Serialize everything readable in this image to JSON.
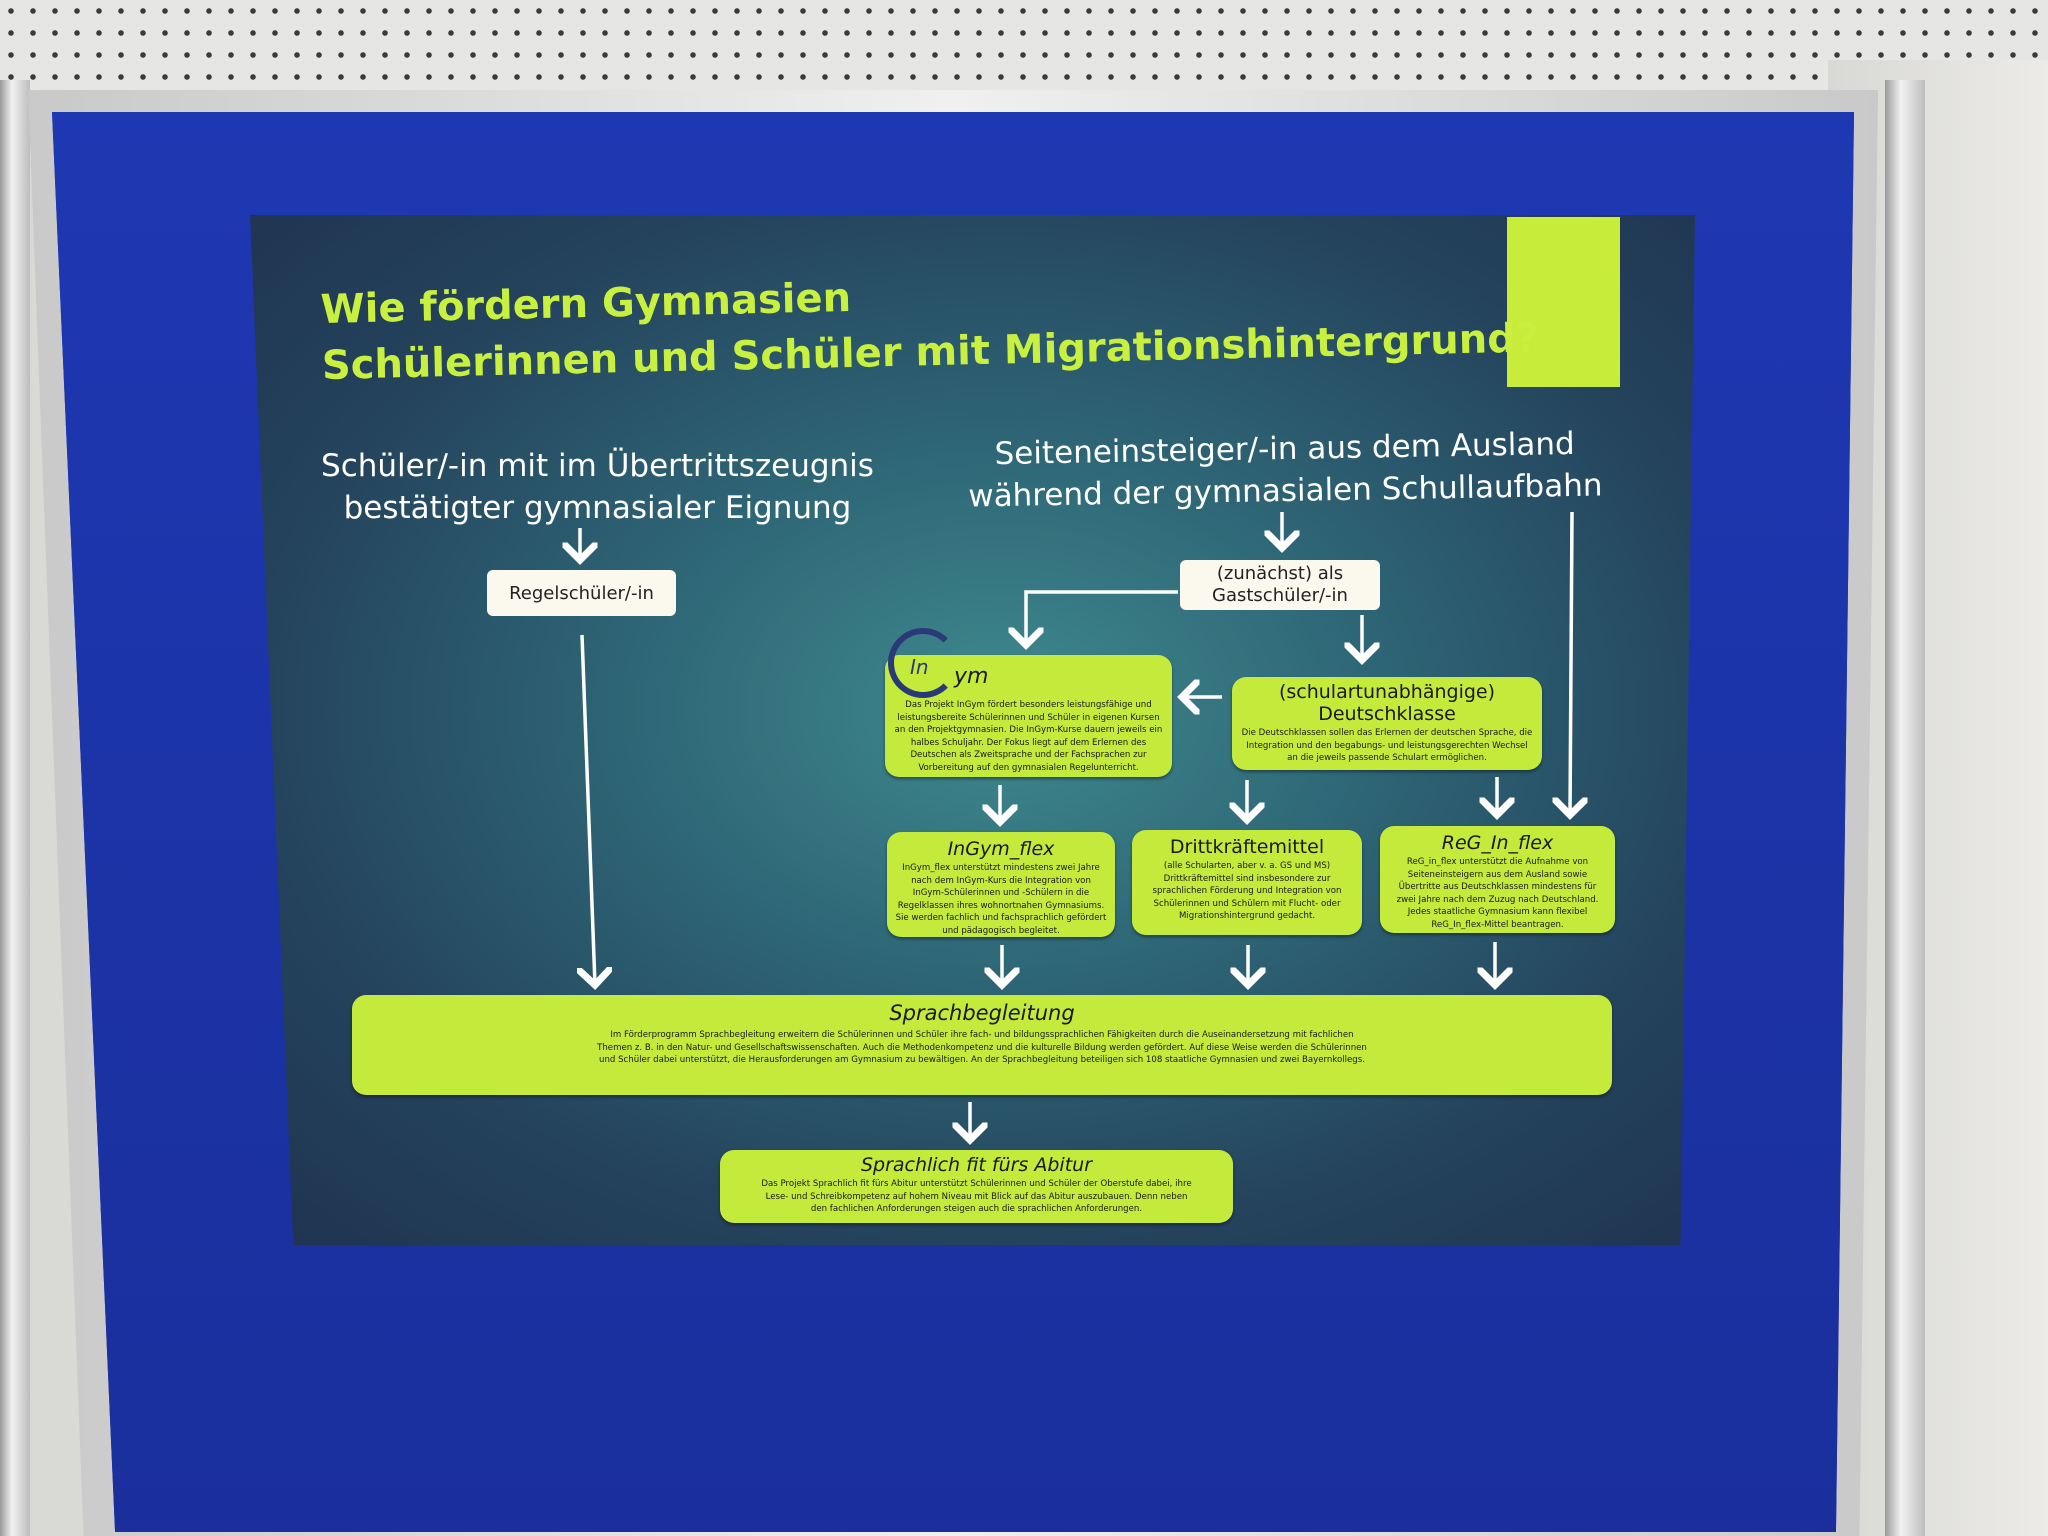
{
  "poster": {
    "title_line1": "Wie fördern Gymnasien",
    "title_line2": "Schülerinnen und Schüler mit Migrationshintergrund?",
    "accent_color": "#c7ec3a",
    "left_heading_line1": "Schüler/-in mit im Übertrittszeugnis",
    "left_heading_line2": "bestätigter gymnasialer Eignung",
    "right_heading_line1": "Seiteneinsteiger/-in aus dem Ausland",
    "right_heading_line2": "während der gymnasialen Schullaufbahn",
    "regelschueler": "Regelschüler/-in",
    "gast_line1": "(zunächst) als",
    "gast_line2": "Gastschüler/-in",
    "ingym": {
      "logo_in": "In",
      "logo_gym": "ym",
      "body": "Das Projekt InGym fördert besonders leistungsfähige und leistungsbereite Schülerinnen und Schüler in eigenen Kursen an den Projektgymnasien. Die InGym-Kurse dauern jeweils ein halbes Schuljahr. Der Fokus liegt auf dem Erlernen des Deutschen als Zweitsprache und der Fachsprachen zur Vorbereitung auf den gymnasialen Regelunterricht."
    },
    "deutschklasse": {
      "title_line1": "(schulartunabhängige)",
      "title_line2": "Deutschklasse",
      "body": "Die Deutschklassen sollen das Erlernen der deutschen Sprache, die Integration und den begabungs- und leistungsgerechten Wechsel an die jeweils passende Schulart ermöglichen."
    },
    "ingym_flex": {
      "title": "InGym_flex",
      "body": "InGym_flex unterstützt mindestens zwei Jahre nach dem InGym-Kurs die Integration von InGym-Schülerinnen und -Schülern in die Regelklassen ihres wohnortnahen Gymnasiums. Sie werden fachlich und fachsprachlich gefördert und pädagogisch begleitet."
    },
    "drittkraefte": {
      "title": "Drittkräftemittel",
      "body": "(alle Schularten, aber v. a. GS und MS) Drittkräftemittel sind insbesondere zur sprachlichen Förderung und Integration von Schülerinnen und Schülern mit Flucht- oder Migrationshintergrund gedacht."
    },
    "reg_in_flex": {
      "title": "ReG_In_flex",
      "body": "ReG_in_flex unterstützt die Aufnahme von Seiteneinsteigern aus dem Ausland sowie Übertritte aus Deutschklassen mindestens für zwei Jahre nach dem Zuzug nach Deutschland. Jedes staatliche Gymnasium kann flexibel ReG_In_flex-Mittel beantragen."
    },
    "sprachbegleitung": {
      "title": "Sprachbegleitung",
      "body": "Im Förderprogramm Sprachbegleitung erweitern die Schülerinnen und Schüler ihre fach- und bildungssprachlichen Fähigkeiten durch die Auseinandersetzung mit fachlichen Themen z. B. in den Natur- und Gesellschaftswissenschaften. Auch die Methodenkompetenz und die kulturelle Bildung werden gefördert. Auf diese Weise werden die Schülerinnen und Schüler dabei unterstützt, die Herausforderungen am Gymnasium zu bewältigen. An der Sprachbegleitung beteiligen sich 108 staatliche Gymnasien und zwei Bayernkollegs."
    },
    "abitur": {
      "title": "Sprachlich fit fürs Abitur",
      "body": "Das Projekt Sprachlich fit fürs Abitur unterstützt Schülerinnen und Schüler der Oberstufe dabei, ihre Lese- und Schreibkompetenz auf hohem Niveau mit Blick auf das Abitur auszubauen. Denn neben den fachlichen Anforderungen steigen auch die sprachlichen Anforderungen."
    }
  }
}
